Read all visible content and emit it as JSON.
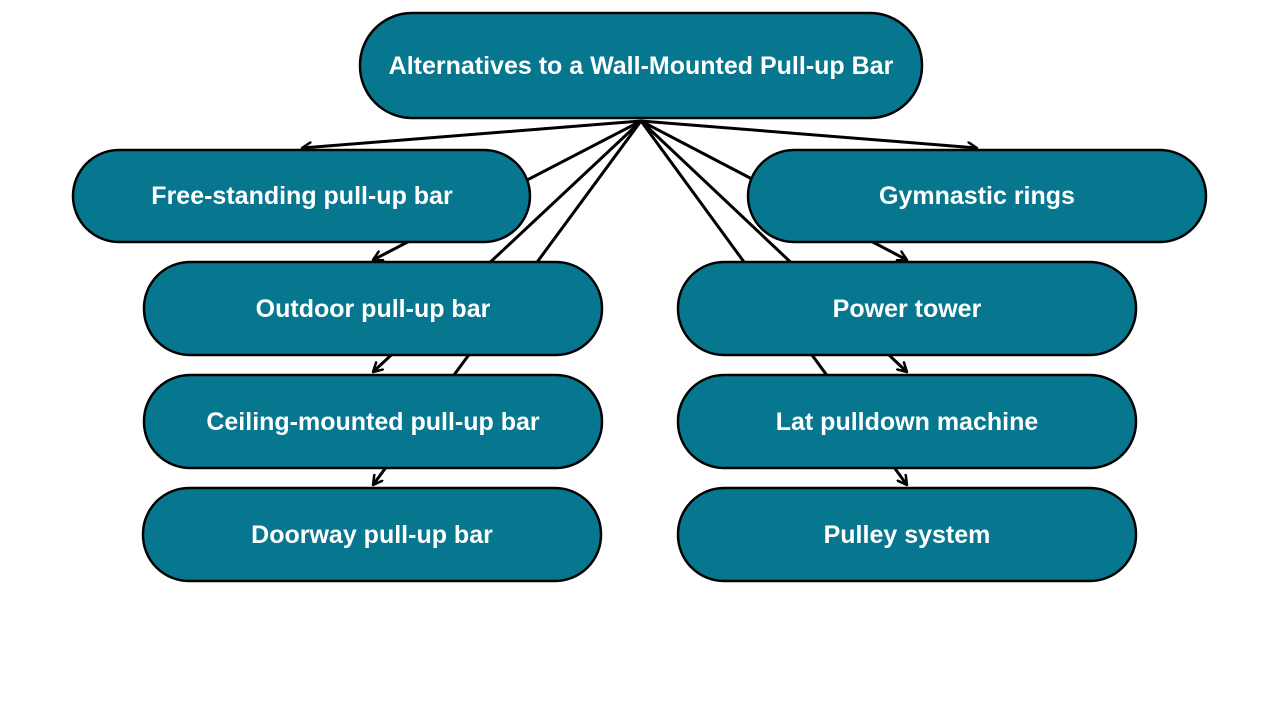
{
  "colors": {
    "node_fill": "#06778f",
    "node_stroke": "#000000",
    "node_text": "#ffffff",
    "connector": "#000000",
    "background": "#ffffff"
  },
  "root": {
    "label": "Alternatives to a Wall-Mounted Pull-up Bar"
  },
  "children": [
    {
      "id": "free-standing",
      "label": "Free-standing pull-up bar"
    },
    {
      "id": "gymnastic-rings",
      "label": "Gymnastic rings"
    },
    {
      "id": "outdoor",
      "label": "Outdoor pull-up bar"
    },
    {
      "id": "power-tower",
      "label": "Power tower"
    },
    {
      "id": "ceiling-mounted",
      "label": "Ceiling-mounted pull-up bar"
    },
    {
      "id": "lat-pulldown",
      "label": "Lat pulldown machine"
    },
    {
      "id": "doorway",
      "label": "Doorway pull-up bar"
    },
    {
      "id": "pulley-system",
      "label": "Pulley system"
    }
  ]
}
